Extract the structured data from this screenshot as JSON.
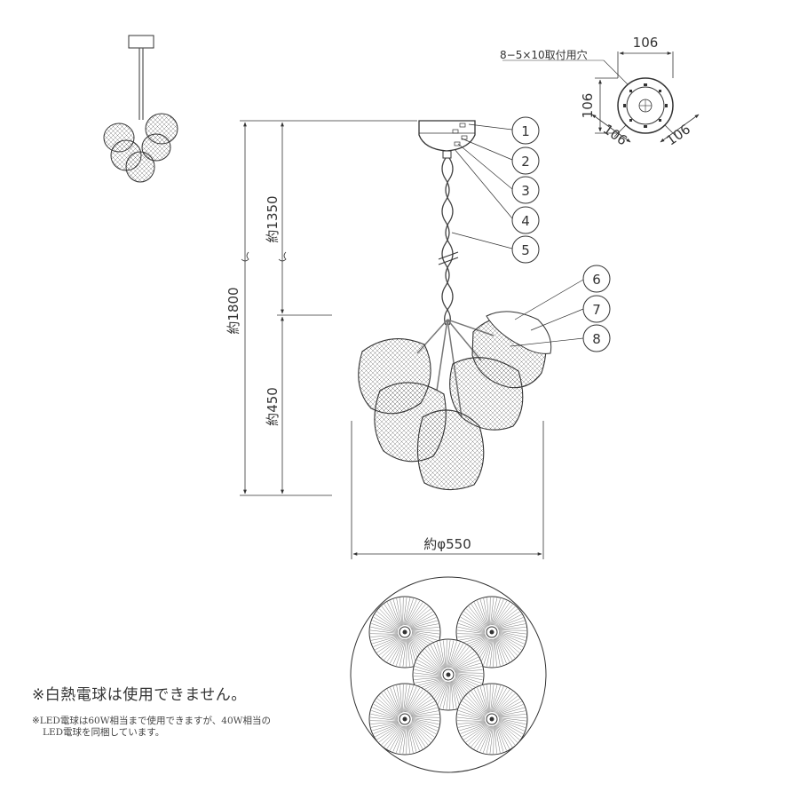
{
  "dimensions": {
    "total_height": "約1800",
    "cord_length": "約1350",
    "lamp_cluster_height": "約450",
    "diameter": "約φ550",
    "canopy_width": "106",
    "canopy_height": "106",
    "canopy_diag_left": "106",
    "canopy_diag_right": "106"
  },
  "mounting_holes_label": "8−5×10取付用穴",
  "callouts": [
    "1",
    "2",
    "3",
    "4",
    "5",
    "6",
    "7",
    "8"
  ],
  "notes": {
    "incandescent_warning": "※白熱電球は使用できません。",
    "led_note_line1": "※LED電球は60W相当まで使用できますが、40W相当の",
    "led_note_line2": "LED電球を同梱しています。"
  }
}
